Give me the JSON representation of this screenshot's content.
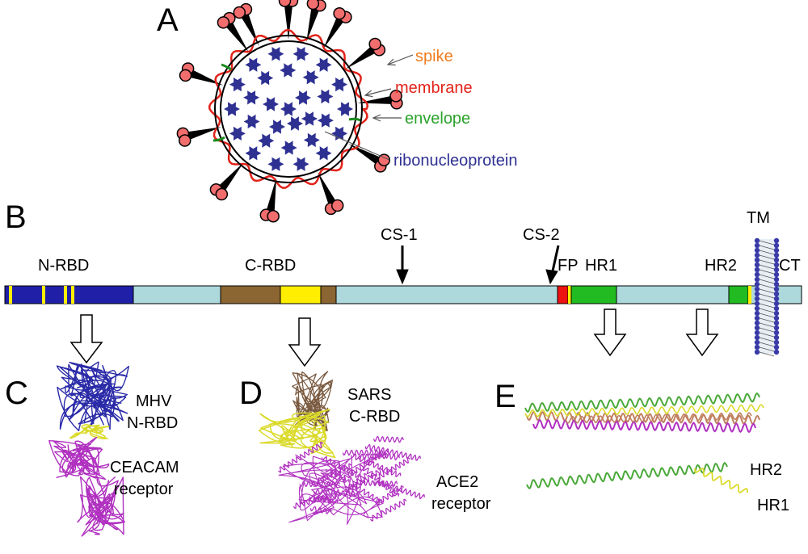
{
  "panels": {
    "a": "A",
    "b": "B",
    "c": "C",
    "d": "D",
    "e": "E"
  },
  "virion_legend": [
    {
      "label": "spike",
      "color": "#f07c1e"
    },
    {
      "label": "membrane",
      "color": "#e2231a"
    },
    {
      "label": "envelope",
      "color": "#2aa32a"
    },
    {
      "label": "ribonucleoprotein",
      "color": "#2e3192"
    }
  ],
  "domain_labels": {
    "n_rbd": "N-RBD",
    "c_rbd": "C-RBD",
    "cs1": "CS-1",
    "cs2": "CS-2",
    "fp": "FP",
    "hr1": "HR1",
    "hr2": "HR2",
    "tm": "TM",
    "ct": "CT"
  },
  "structure_labels": {
    "c_line1": "MHV",
    "c_line2": "N-RBD",
    "c_line3": "CEACAM",
    "c_line4": "receptor",
    "d_line1": "SARS",
    "d_line2": "C-RBD",
    "d_line3": "ACE2",
    "d_line4": "receptor",
    "e_line1": "HR2",
    "e_line2": "HR1"
  },
  "colors": {
    "spike_head": "#f26d6d",
    "membrane": "#e2231a",
    "rnp": "#2e3192",
    "bar_base": "#aed9dc",
    "n_rbd": "#1f1fa8",
    "c_rbd_core": "#8b6632",
    "rbm": "#ffee00",
    "fp": "#ee1111",
    "hr": "#22bb22",
    "tm_bead": "#3a3aa8",
    "mhv_rbd": "#2a2aa8",
    "receptor": "#b030c0",
    "loop_yellow": "#dada2a",
    "sars_rbd": "#7a5a40",
    "helix_green": "#4aa83a",
    "helix_brown": "#c08060"
  }
}
